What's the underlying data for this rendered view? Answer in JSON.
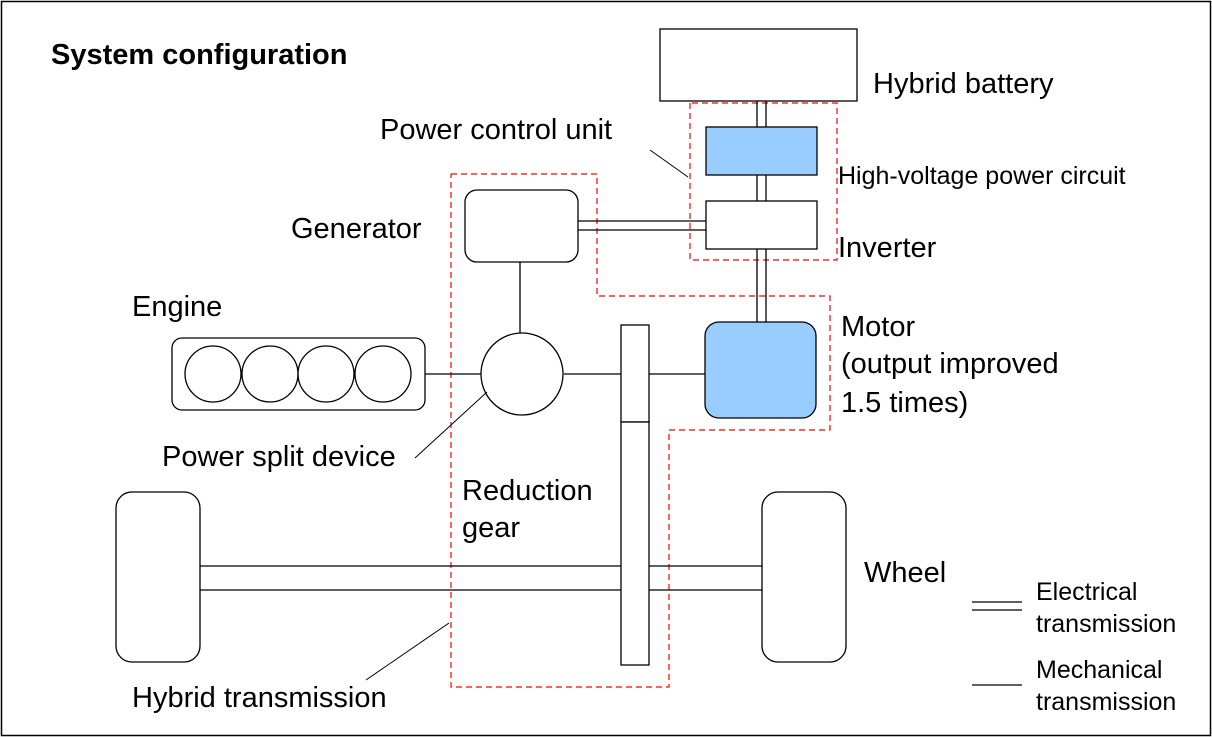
{
  "title": "System configuration",
  "labels": {
    "hybrid_battery": "Hybrid battery",
    "power_control_unit": "Power control unit",
    "high_voltage_power_circuit": "High-voltage power circuit",
    "inverter": "Inverter",
    "generator": "Generator",
    "engine": "Engine",
    "motor_line1": "Motor",
    "motor_line2": "(output improved",
    "motor_line3": "1.5 times)",
    "power_split_device": "Power split device",
    "reduction_gear_line1": "Reduction",
    "reduction_gear_line2": "gear",
    "wheel": "Wheel",
    "hybrid_transmission": "Hybrid transmission"
  },
  "legend": {
    "electrical_line1": "Electrical",
    "electrical_line2": "transmission",
    "mechanical_line1": "Mechanical",
    "mechanical_line2": "transmission"
  },
  "colors": {
    "highlight_fill": "#99ccff",
    "dashed_boundary": "#ff0000",
    "line": "#000000",
    "background": "#ffffff"
  }
}
